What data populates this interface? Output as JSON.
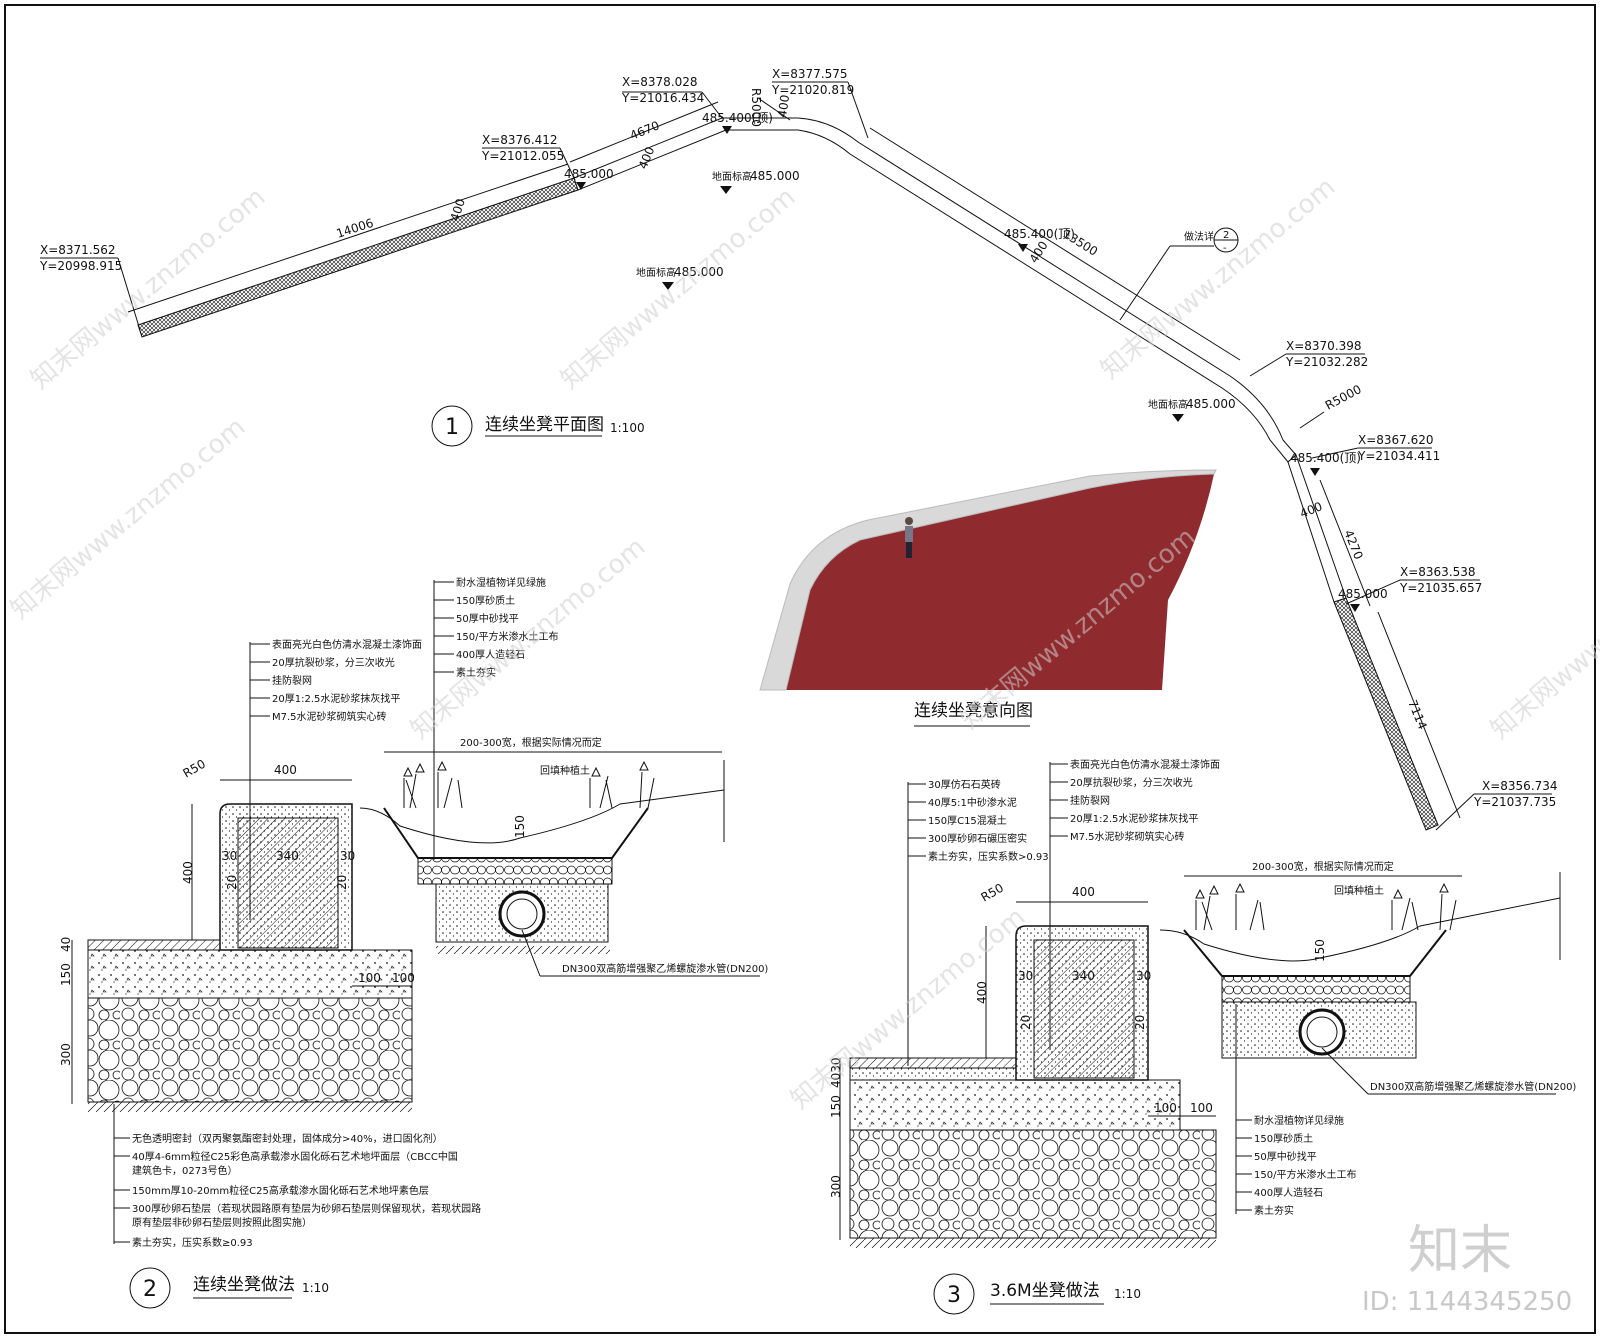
{
  "plan": {
    "title": "连续坐凳平面图",
    "number": "1",
    "scale": "1:100",
    "coords": [
      {
        "x": "X=8371.562",
        "y": "Y=20998.915"
      },
      {
        "x": "X=8376.412",
        "y": "Y=21012.055"
      },
      {
        "x": "X=8378.028",
        "y": "Y=21016.434"
      },
      {
        "x": "X=8377.575",
        "y": "Y=21020.819"
      },
      {
        "x": "X=8370.398",
        "y": "Y=21032.282"
      },
      {
        "x": "X=8367.620",
        "y": "Y=21034.411"
      },
      {
        "x": "X=8363.538",
        "y": "Y=21035.657"
      },
      {
        "x": "X=8356.734",
        "y": "Y=21037.735"
      }
    ],
    "lengths": [
      "14006",
      "4670",
      "13500",
      "4270",
      "7114"
    ],
    "widths": [
      "400",
      "400",
      "400",
      "400",
      "400"
    ],
    "radii": [
      "R5000",
      "R5000"
    ],
    "elev_485": "485.000",
    "elev_485_4": "485.400(顶)",
    "ground_label": "地面标高",
    "ground_elev": "485.000",
    "detail_ref_label": "做法详",
    "detail_ref_num": "2",
    "detail_ref_sheet": "-"
  },
  "render": {
    "title": "连续坐凳意向图"
  },
  "section2": {
    "number": "2",
    "title": "连续坐凳做法",
    "scale": "1:10",
    "bench_notes": [
      "表面亮光白色仿清水混凝土漆饰面",
      "20厚抗裂砂浆，分三次收光",
      "挂防裂网",
      "20厚1:2.5水泥砂浆抹灰找平",
      "M7.5水泥砂浆砌筑实心砖"
    ],
    "planter_notes": [
      "耐水湿植物详见绿施",
      "150厚砂质土",
      "50厚中砂找平",
      "150/平方米渗水土工布",
      "400厚人造轻石",
      "素土夯实"
    ],
    "base_notes": [
      "无色透明密封（双丙聚氨酯密封处理，固体成分>40%，进口固化剂）",
      "40厚4-6mm粒径C25彩色高承载渗水固化砾石艺术地坪面层（CBCC中国",
      "建筑色卡，0273号色）",
      "150mm厚10-20mm粒径C25高承载渗水固化砾石艺术地坪素色层",
      "300厚砂卵石垫层（若现状园路原有垫层为砂卵石垫层则保留现状，若现状园路",
      "原有垫层非砂卵石垫层则按照此图实施）",
      "素土夯实，压实系数≥0.93"
    ],
    "planter_width": "200-300宽，根据实际情况而定",
    "backfill": "回填种植土",
    "pipe": "DN300双高筋增强聚乙烯螺旋渗水管(DN200)",
    "dims": {
      "R": "R50",
      "w": "400",
      "h": "400",
      "core": "340",
      "side1": "30",
      "side2": "30",
      "t1": "20",
      "t2": "20",
      "d100a": "100",
      "d100b": "100",
      "d40": "40",
      "d150": "150",
      "d300": "300",
      "d150p": "150"
    }
  },
  "section3": {
    "number": "3",
    "title": "3.6M坐凳做法",
    "scale": "1:10",
    "pave_notes": [
      "30厚仿石石英砖",
      "40厚5:1中砂渗水泥",
      "150厚C15混凝土",
      "300厚砂卵石碾压密实",
      "素土夯实，压实系数>0.93"
    ],
    "bench_notes": [
      "表面亮光白色仿清水混凝土漆饰面",
      "20厚抗裂砂浆，分三次收光",
      "挂防裂网",
      "20厚1:2.5水泥砂浆抹灰找平",
      "M7.5水泥砂浆砌筑实心砖"
    ],
    "planter_notes": [
      "耐水湿植物详见绿施",
      "150厚砂质土",
      "50厚中砂找平",
      "150/平方米渗水土工布",
      "400厚人造轻石",
      "素土夯实"
    ],
    "planter_width": "200-300宽，根据实际情况而定",
    "backfill": "回填种植土",
    "pipe": "DN300双高筋增强聚乙烯螺旋渗水管(DN200)",
    "dims": {
      "R": "R50",
      "w": "400",
      "h": "400",
      "core": "340",
      "side1": "30",
      "side2": "30",
      "t1": "20",
      "t2": "20",
      "d100a": "100",
      "d100b": "100",
      "d4030": "4030",
      "d150": "150",
      "d300": "300",
      "d150p": "150"
    }
  },
  "watermark": {
    "brand": "知末",
    "id": "ID: 1144345250",
    "site": "知末网www.znzmo.com"
  },
  "colors": {
    "render_red": "#8f2a2e",
    "render_edge": "#d9d9d9",
    "line": "#111111"
  }
}
